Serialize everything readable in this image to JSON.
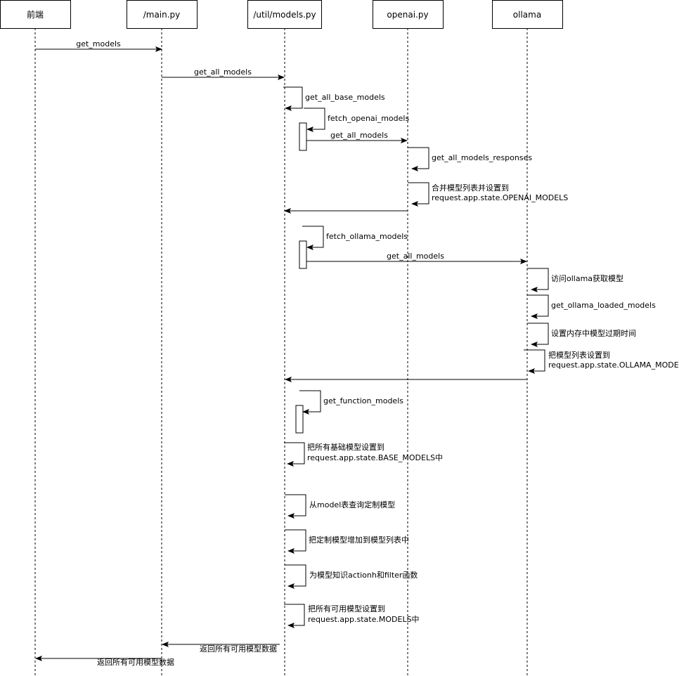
{
  "participants": [
    "前端",
    "/main.py",
    "/util/models.py",
    "openai.py",
    "ollama"
  ],
  "messages": {
    "m1": "get_models",
    "m2": "get_all_models",
    "m3": "get_all_base_models",
    "m4": "fetch_openai_models",
    "m5": "get_all_models",
    "m6": "get_all_models_responses",
    "m7a": "合并模型列表并设置到",
    "m7b": "request.app.state.OPENAI_MODELS",
    "m8": "fetch_ollama_models",
    "m9": "get_all_models",
    "m10": "访问ollama获取模型",
    "m11": "get_ollama_loaded_models",
    "m12": "设置内存中模型过期时间",
    "m13a": "把模型列表设置到",
    "m13b": "request.app.state.OLLAMA_MODELS",
    "m14": "get_function_models",
    "m15a": "把所有基础模型设置到",
    "m15b": "request.app.state.BASE_MODELS中",
    "m16": "从model表查询定制模型",
    "m17": "把定制模型增加到模型列表中",
    "m18": "为模型知识actionh和filter函数",
    "m19a": "把所有可用模型设置到",
    "m19b": " request.app.state.MODELS中",
    "m20": "返回所有可用模型数据",
    "m21": "返回所有可用模型数据"
  }
}
